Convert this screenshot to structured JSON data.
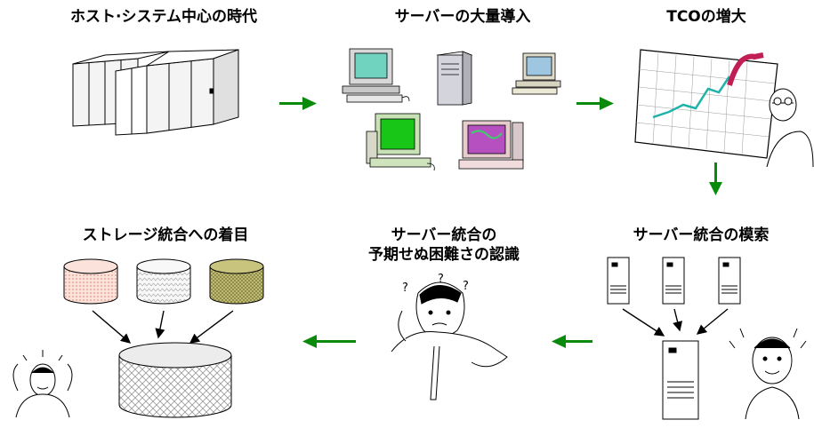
{
  "stages": {
    "host_era": "ホスト·システム中心の時代",
    "server_mass": "サーバーの大量導入",
    "tco": "TCOの増大",
    "search": "サーバー統合の模索",
    "difficulty_line1": "サーバー統合の",
    "difficulty_line2": "予期せぬ困難さの認識",
    "storage_focus": "ストレージ統合への着目"
  },
  "colors": {
    "arrow": "#0a8a0a",
    "line": "#000000",
    "chart_line": "#20b2aa",
    "chart_trend": "#c21e56",
    "disk_pink": "#f7c9be",
    "disk_white": "#f2f2f2",
    "disk_olive": "#c7c27a",
    "disk_large": "#e8e8e8"
  },
  "icons": [
    "mainframe-icon",
    "computer-icon",
    "server-tower-icon",
    "chart-board-icon",
    "person-icon",
    "disk-icon",
    "arrow-icon"
  ]
}
